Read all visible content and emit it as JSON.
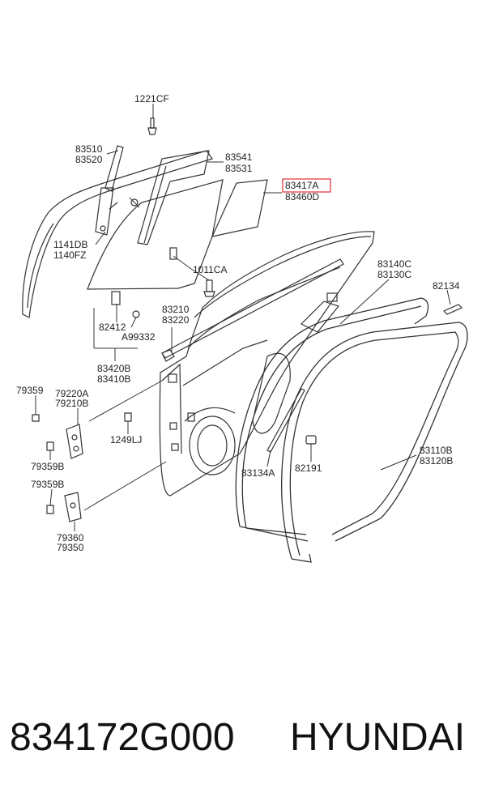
{
  "labels": {
    "l1221cf": "1221CF",
    "l83510": "83510",
    "l83520": "83520",
    "l83541": "83541",
    "l83531": "83531",
    "l83417a": "83417A",
    "l83460d": "83460D",
    "l1141db": "1141DB",
    "l1140fz": "1140FZ",
    "l1011ca": "1011CA",
    "l83140c": "83140C",
    "l83130c": "83130C",
    "l82134": "82134",
    "l83210": "83210",
    "l83220": "83220",
    "l82412": "82412",
    "la99332": "A99332",
    "l83420b": "83420B",
    "l83410b": "83410B",
    "l79359a": "79359",
    "l79220a": "79220A",
    "l79210b": "79210B",
    "l1249lj": "1249LJ",
    "l79359b1": "79359B",
    "l79359b2": "79359B",
    "l79360": "79360",
    "l79350": "79350",
    "l83134a": "83134A",
    "l82191": "82191",
    "l83110b": "83110B",
    "l83120b": "83120B"
  },
  "footer": {
    "part_number": "834172G000",
    "brand": "HYUNDAI"
  },
  "colors": {
    "highlight": "#e0303a",
    "line": "#333333"
  }
}
